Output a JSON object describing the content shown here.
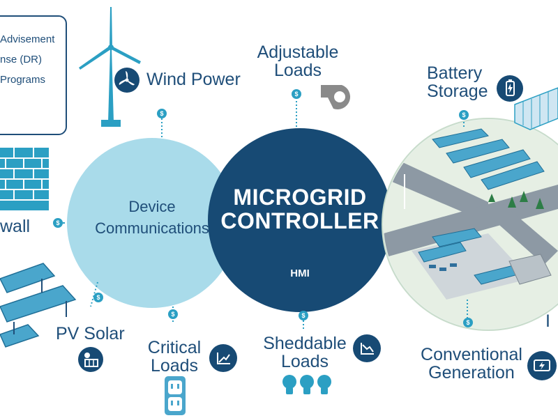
{
  "colors": {
    "navy": "#174a74",
    "text_blue": "#1f4e79",
    "light_blue": "#a9dbea",
    "accent": "#2b9fc3",
    "panel": "#3c8fba"
  },
  "box": {
    "lines": [
      "Advisement",
      "nse (DR)",
      "Programs"
    ]
  },
  "labels": {
    "wind_power": "Wind Power",
    "adjustable_loads": [
      "Adjustable",
      "Loads"
    ],
    "battery_storage": [
      "Battery",
      "Storage"
    ],
    "firewall": "wall",
    "pv_solar": "PV Solar",
    "critical_loads": [
      "Critical",
      "Loads"
    ],
    "sheddable_loads": [
      "Sheddable",
      "Loads"
    ],
    "conventional_generation": [
      "Conventional",
      "Generation"
    ],
    "right_edge": "I"
  },
  "device_circle": {
    "title_lines": [
      "Device",
      "Communications"
    ]
  },
  "controller_circle": {
    "title_lines": [
      "MICROGRID",
      "CONTROLLER"
    ],
    "sub": "HMI"
  },
  "dollar": "$",
  "icons": {
    "wind": "wind-turbine-icon",
    "adjustable": "dial-icon",
    "battery": "battery-icon",
    "firewall": "brick-wall-icon",
    "pv": "solar-panel-icon",
    "critical": "graph-icon",
    "outlet": "outlet-icon",
    "sheddable": "graph-icon",
    "bulbs": "light-bulb-icon",
    "generation": "generator-icon"
  }
}
